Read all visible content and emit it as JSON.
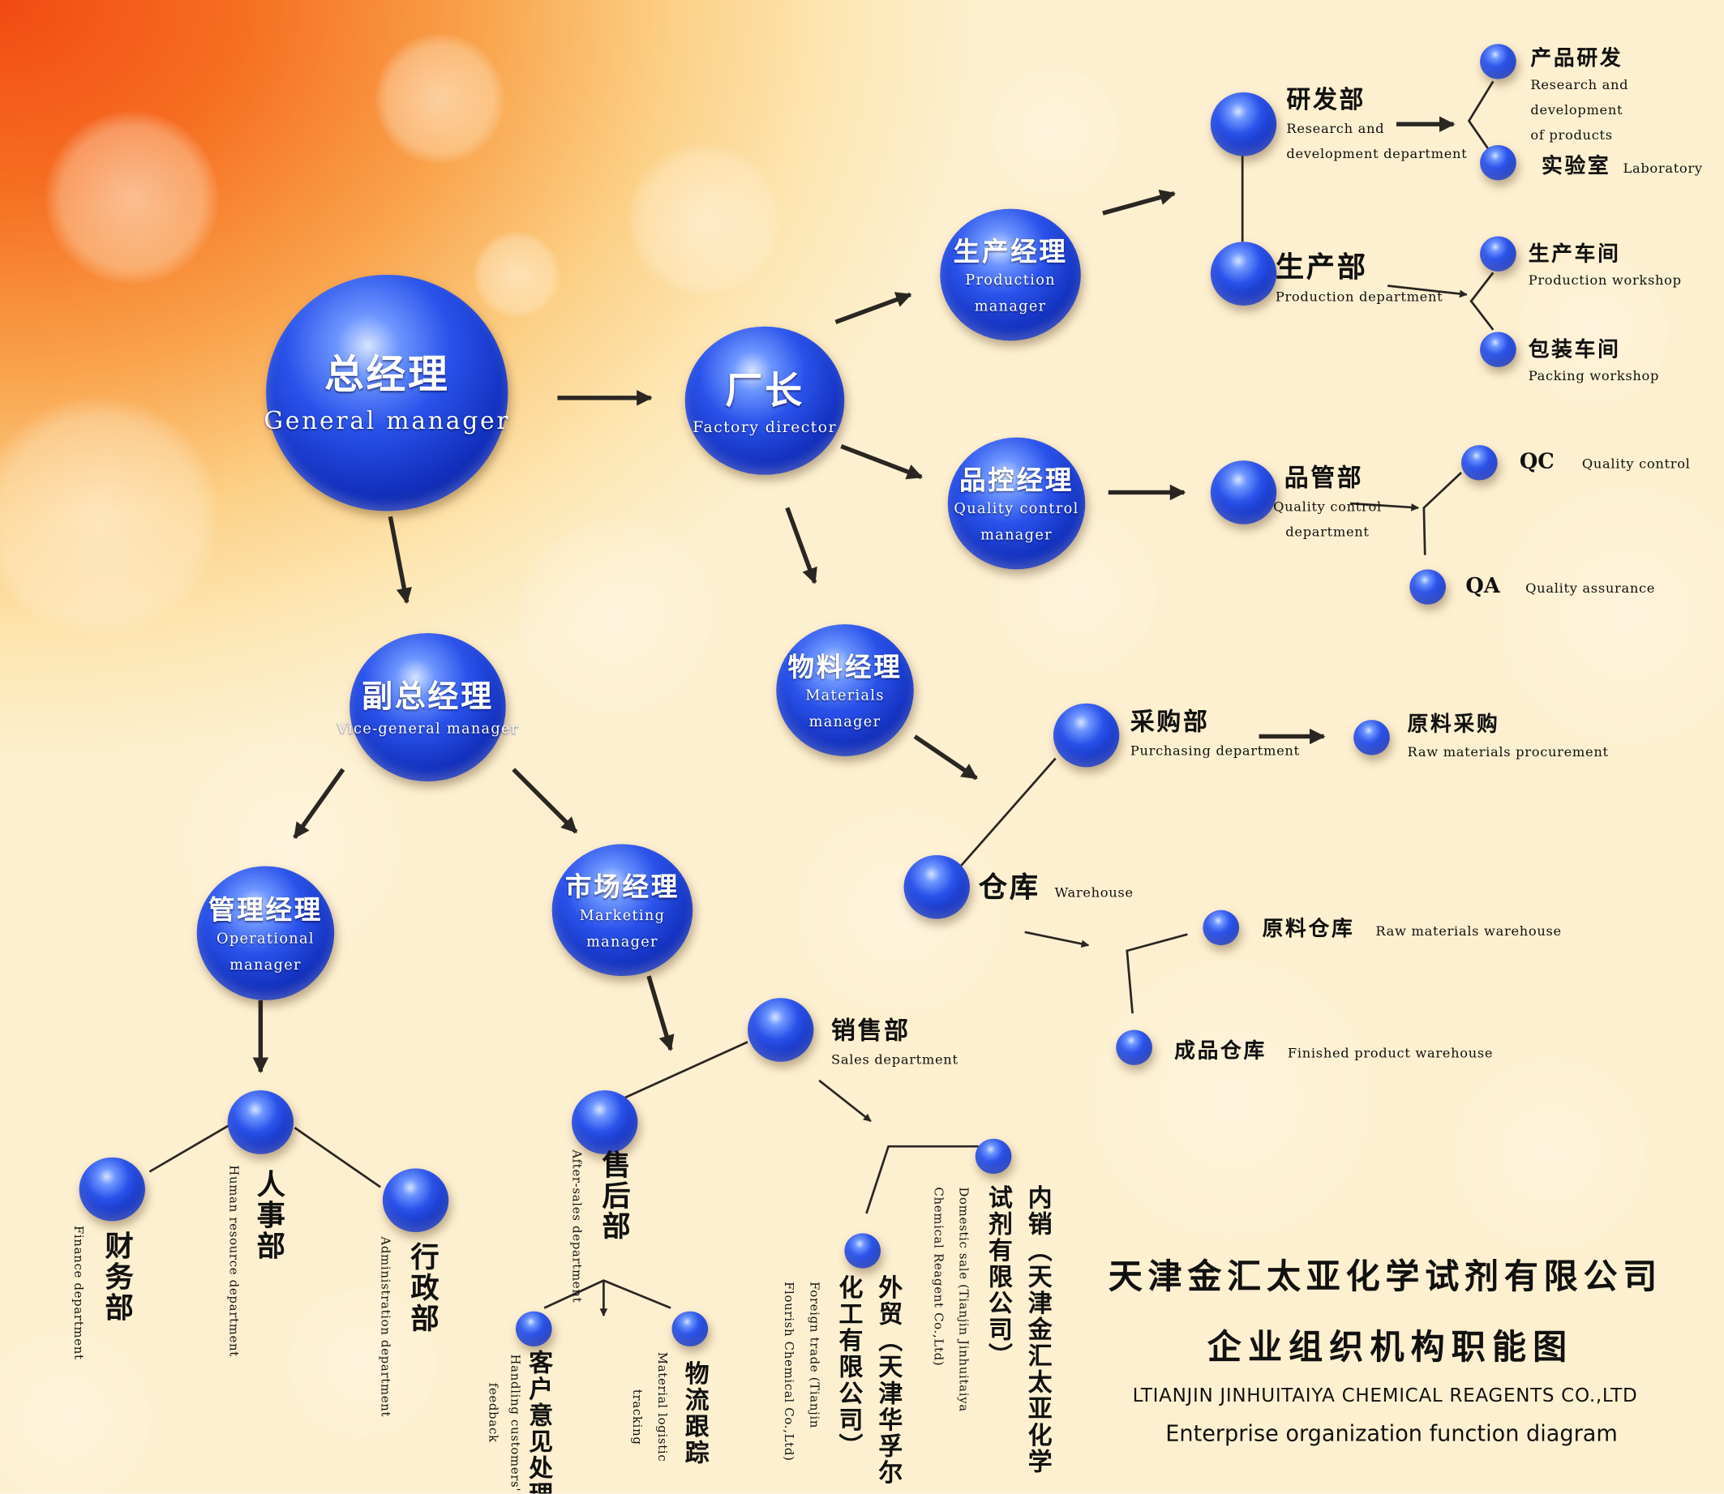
{
  "colors": {
    "node": "#1a3fd6",
    "arrow": "#2a2622",
    "line": "#2a2622"
  },
  "nodes": {
    "general_manager": {
      "zh": "总经理",
      "en": "General manager"
    },
    "factory_director": {
      "zh": "厂长",
      "en": "Factory director"
    },
    "production_manager": {
      "zh": "生产经理",
      "en1": "Production",
      "en2": "manager"
    },
    "qc_manager": {
      "zh": "品控经理",
      "en1": "Quality control",
      "en2": "manager"
    },
    "materials_manager": {
      "zh": "物料经理",
      "en1": "Materials",
      "en2": "manager"
    },
    "vice_general_manager": {
      "zh": "副总经理",
      "en": "Vice-general manager"
    },
    "operational_manager": {
      "zh": "管理经理",
      "en1": "Operational",
      "en2": "manager"
    },
    "marketing_manager": {
      "zh": "市场经理",
      "en1": "Marketing",
      "en2": "manager"
    }
  },
  "departments": {
    "rnd": {
      "zh": "研发部",
      "en1": "Research and",
      "en2": "development department"
    },
    "product_rnd": {
      "zh": "产品研发",
      "en1": "Research and development",
      "en2": "of products"
    },
    "laboratory": {
      "zh": "实验室",
      "en": "Laboratory"
    },
    "production_dept": {
      "zh": "生产部",
      "en": "Production department"
    },
    "production_workshop": {
      "zh": "生产车间",
      "en": "Production workshop"
    },
    "packing_workshop": {
      "zh": "包装车间",
      "en": "Packing workshop"
    },
    "quality_dept": {
      "zh": "品管部",
      "en1": "Quality control",
      "en2": "department"
    },
    "qc": {
      "zh": "QC",
      "en": "Quality control"
    },
    "qa": {
      "zh": "QA",
      "en": "Quality assurance"
    },
    "purchasing": {
      "zh": "采购部",
      "en": "Purchasing department"
    },
    "raw_procurement": {
      "zh": "原料采购",
      "en": "Raw materials procurement"
    },
    "warehouse": {
      "zh": "仓库",
      "en": "Warehouse"
    },
    "raw_warehouse": {
      "zh": "原料仓库",
      "en": "Raw materials warehouse"
    },
    "finished_warehouse": {
      "zh": "成品仓库",
      "en": "Finished product warehouse"
    },
    "sales": {
      "zh": "销售部",
      "en": "Sales department"
    },
    "hr": {
      "zh": "人事部",
      "en": "Human resource department"
    },
    "finance": {
      "zh": "财务部",
      "en": "Finance department"
    },
    "admin": {
      "zh": "行政部",
      "en": "Administration department"
    },
    "after_sales": {
      "zh": "售后部",
      "en": "After-sales department"
    },
    "feedback": {
      "zh": "客户意见处理",
      "en1": "Handling customers'",
      "en2": "feedback"
    },
    "logistics": {
      "zh": "物流跟踪",
      "en1": "Material logistic",
      "en2": "tracking"
    },
    "foreign_trade": {
      "zh1": "外贸（天津华孚尔",
      "zh2": "化工有限公司）",
      "en1": "Foreign trade (Tianjin",
      "en2": "Flourish Chemical Co.,Ltd)"
    },
    "domestic_sale": {
      "zh1": "内销（天津金汇太亚化学",
      "zh2": "试剂有限公司）",
      "en1": "Domestic sale (Tianjin Jinhuitaiya",
      "en2": "Chemical Reagent Co.,Ltd)"
    }
  },
  "title": {
    "zh1": "天津金汇太亚化学试剂有限公司",
    "zh2": "企业组织机构职能图",
    "en1": "LTIANJIN JINHUITAIYA CHEMICAL REAGENTS CO.,LTD",
    "en2": "Enterprise organization function diagram"
  }
}
